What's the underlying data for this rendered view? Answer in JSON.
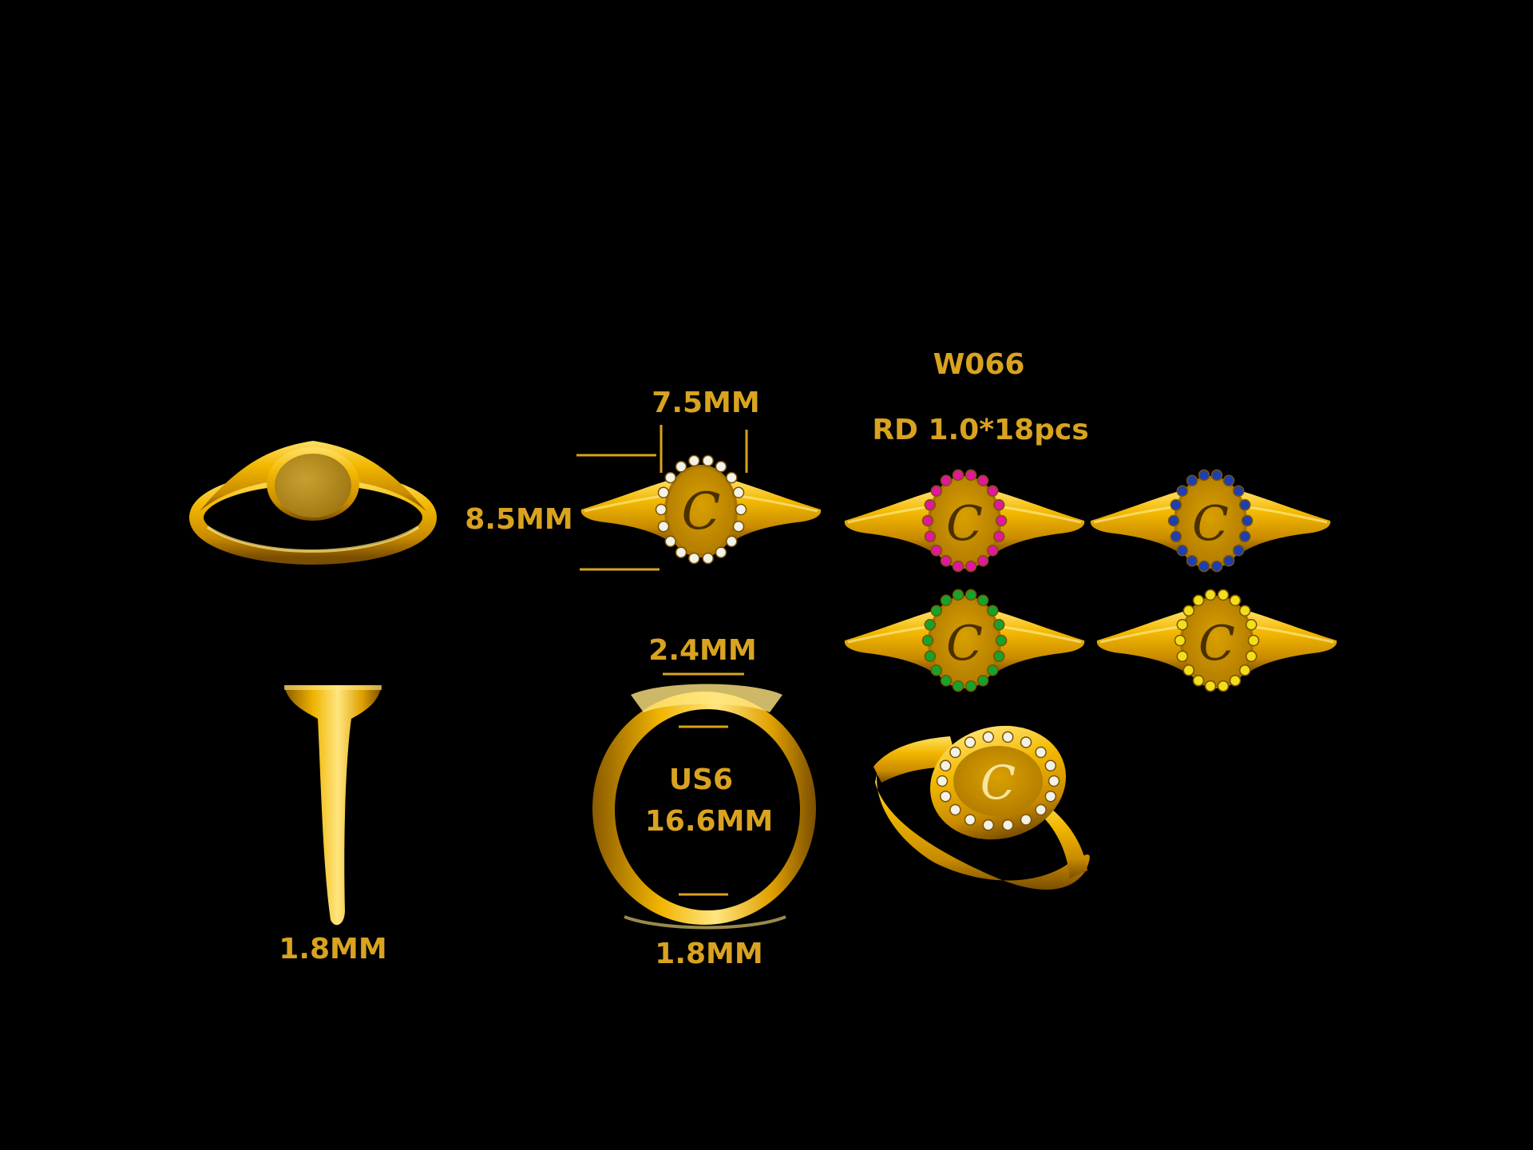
{
  "product": {
    "code": "W066",
    "stone_spec": "RD 1.0*18pcs"
  },
  "dimensions": {
    "top_width": "7.5MM",
    "top_height": "8.5MM",
    "shank_top": "2.4MM",
    "ring_size": "US6",
    "inner_diameter": "16.6MM",
    "shank_bottom": "1.8MM",
    "side_thickness": "1.8MM"
  },
  "engraving": {
    "initial": "C"
  },
  "colors": {
    "background": "#000000",
    "gold": "#E0A800",
    "gold_light": "#FFE066",
    "gold_dark": "#8A5A00",
    "label": "#D9A320",
    "diamond": "#F2F2E8",
    "ruby": "#E0189A",
    "sapphire": "#1F3FB0",
    "emerald": "#17A32A",
    "citrine": "#F2DE1A"
  },
  "variants": [
    {
      "stone": "diamond"
    },
    {
      "stone": "ruby"
    },
    {
      "stone": "sapphire"
    },
    {
      "stone": "emerald"
    },
    {
      "stone": "citrine"
    }
  ]
}
